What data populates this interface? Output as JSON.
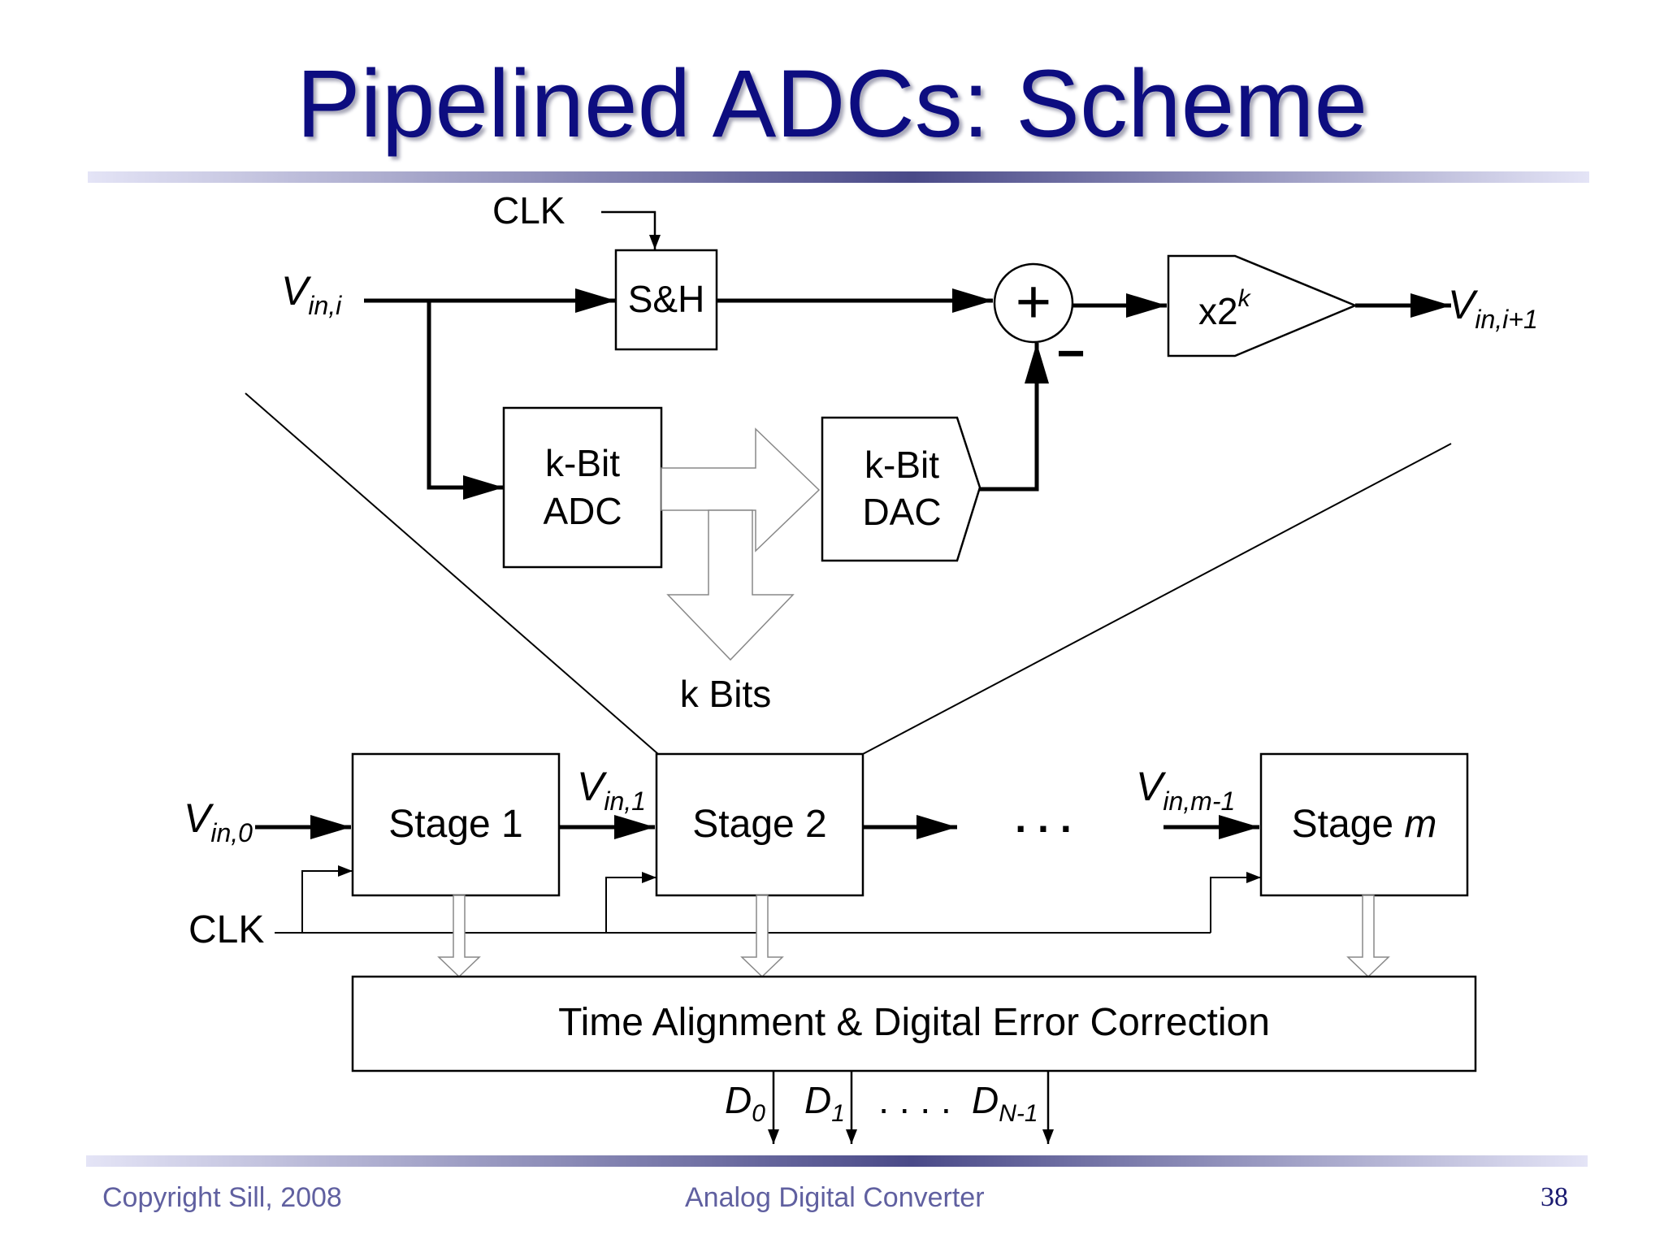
{
  "slide": {
    "title": "Pipelined ADCs: Scheme",
    "footer_left": "Copyright Sill, 2008",
    "footer_center": "Analog Digital Converter",
    "page_number": "38",
    "title_color": "#0d0d80",
    "footer_color": "#6060a0"
  },
  "detail": {
    "clk": "CLK",
    "vin_base": "V",
    "vin_sub": "in,i",
    "sh": "S&H",
    "plus": "+",
    "minus": "−",
    "gain_base": "x2",
    "gain_sup": "k",
    "vout_base": "V",
    "vout_sub": "in,i+1",
    "adc_line1": "k-Bit",
    "adc_line2": "ADC",
    "dac_line1": "k-Bit",
    "dac_line2": "DAC",
    "kbits": "k Bits"
  },
  "pipeline": {
    "vin0_base": "V",
    "vin0_sub": "in,0",
    "stage1": "Stage 1",
    "vin1_base": "V",
    "vin1_sub": "in,1",
    "stage2": "Stage 2",
    "dots": ". . .",
    "vinm1_base": "V",
    "vinm1_sub": "in,m-1",
    "stagem_base": "Stage ",
    "stagem_italic": "m",
    "clk": "CLK",
    "correction": "Time Alignment & Digital Error Correction",
    "d0_base": "D",
    "d0_sub": "0",
    "d1_base": "D",
    "d1_sub": "1",
    "out_dots": ". . . .",
    "dn_base": "D",
    "dn_sub": "N-1"
  }
}
